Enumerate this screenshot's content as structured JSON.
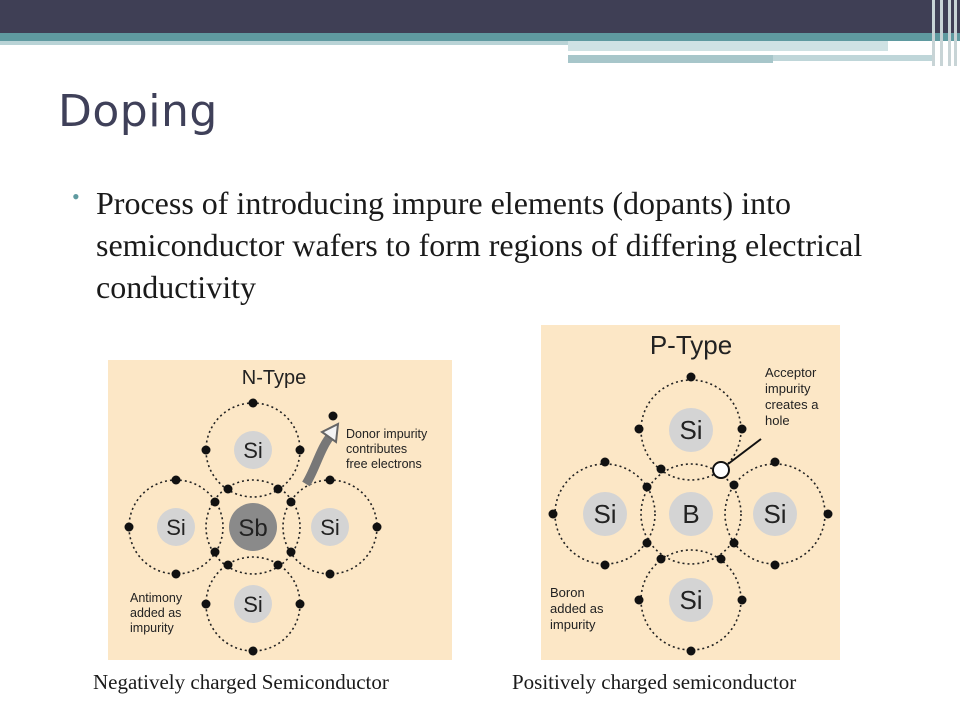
{
  "slide": {
    "title": "Doping",
    "bullet": "Process of introducing impure elements (dopants) into semiconductor wafers to form regions of differing electrical conductivity"
  },
  "n_type": {
    "heading": "N-Type",
    "center_atom": "Sb",
    "neighbor_atom": "Si",
    "note_lines": [
      "Donor impurity",
      "contributes",
      "free electrons"
    ],
    "impurity_lines": [
      "Antimony",
      "added as",
      "impurity"
    ],
    "caption": "Negatively charged Semiconductor"
  },
  "p_type": {
    "heading": "P-Type",
    "center_atom": "B",
    "neighbor_atom": "Si",
    "note_lines": [
      "Acceptor",
      "impurity",
      "creates a",
      "hole"
    ],
    "impurity_lines": [
      "Boron",
      "added as",
      "impurity"
    ],
    "caption": "Positively charged semiconductor"
  },
  "colors": {
    "header_bar": "#3f3f55",
    "accent_teal": "#5f9aa0",
    "diagram_background": "#fce7c6",
    "silicon_atom": "#d4d4d4",
    "antimony_atom": "#8a8a8a"
  }
}
